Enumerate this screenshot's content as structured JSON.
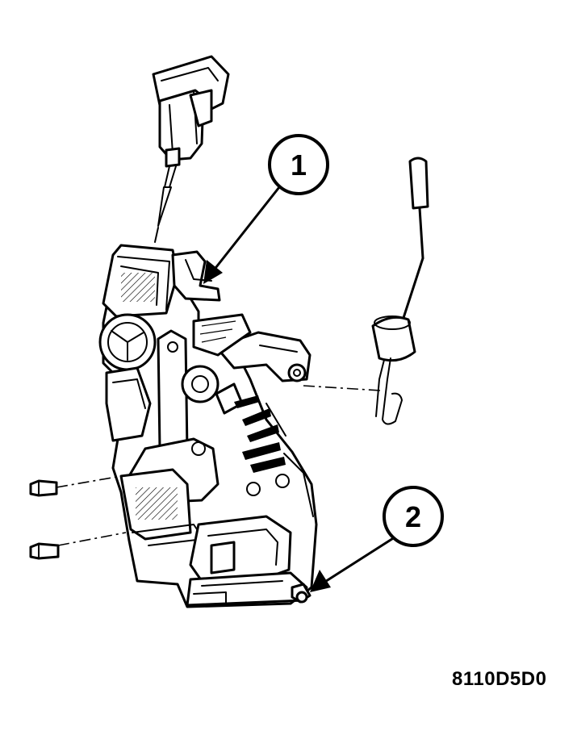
{
  "figure": {
    "code": "8110D5D0",
    "callouts": [
      {
        "label": "1"
      },
      {
        "label": "2"
      }
    ]
  }
}
